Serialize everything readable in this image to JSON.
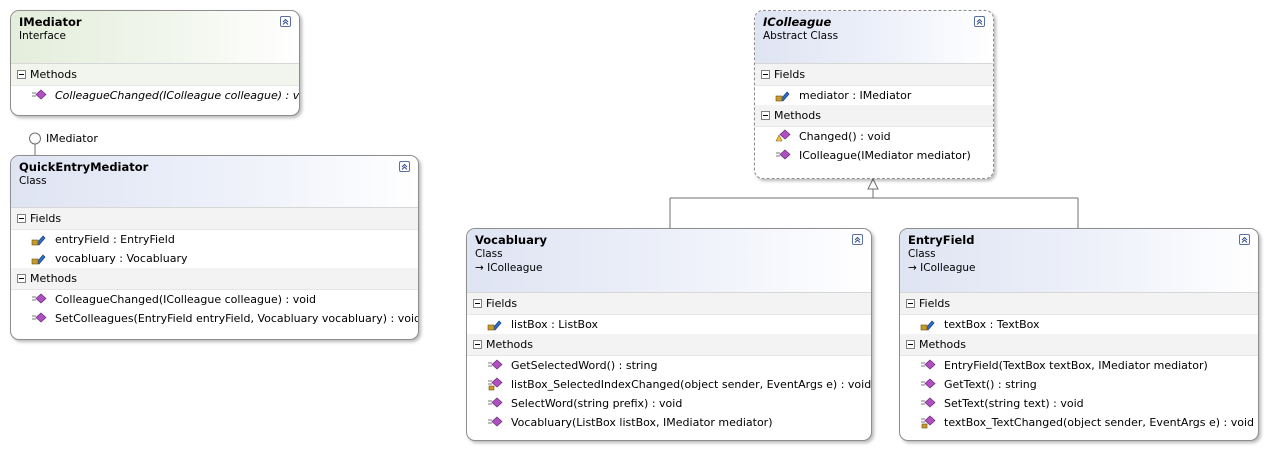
{
  "interface_lollipop_label": "IMediator",
  "boxes": {
    "imediator": {
      "name": "IMediator",
      "stereotype": "Interface",
      "methods_label": "Methods",
      "methods": [
        "ColleagueChanged(IColleague colleague) : void"
      ]
    },
    "quickentry": {
      "name": "QuickEntryMediator",
      "stereotype": "Class",
      "fields_label": "Fields",
      "fields": [
        "entryField : EntryField",
        "vocabluary : Vocabluary"
      ],
      "methods_label": "Methods",
      "methods": [
        "ColleagueChanged(IColleague colleague) : void",
        "SetColleagues(EntryField entryField, Vocabluary vocabluary) : void"
      ]
    },
    "icolleague": {
      "name": "IColleague",
      "stereotype": "Abstract Class",
      "fields_label": "Fields",
      "fields": [
        "mediator : IMediator"
      ],
      "methods_label": "Methods",
      "methods": [
        "Changed() : void",
        "IColleague(IMediator mediator)"
      ]
    },
    "vocabluary": {
      "name": "Vocabluary",
      "stereotype": "Class",
      "inherits": "→ IColleague",
      "fields_label": "Fields",
      "fields": [
        "listBox : ListBox"
      ],
      "methods_label": "Methods",
      "methods": [
        "GetSelectedWord() : string",
        "listBox_SelectedIndexChanged(object sender, EventArgs e) : void",
        "SelectWord(string prefix) : void",
        "Vocabluary(ListBox listBox, IMediator mediator)"
      ]
    },
    "entryfield": {
      "name": "EntryField",
      "stereotype": "Class",
      "inherits": "→ IColleague",
      "fields_label": "Fields",
      "fields": [
        "textBox : TextBox"
      ],
      "methods_label": "Methods",
      "methods": [
        "EntryField(TextBox textBox, IMediator mediator)",
        "GetText() : string",
        "SetText(string text) : void",
        "textBox_TextChanged(object sender, EventArgs e) : void"
      ]
    }
  },
  "colors": {
    "class_header": "#dfe4f3",
    "interface_header": "#e4eedc",
    "method_icon": "#b04fc0",
    "field_icon": "#2a6fd0",
    "connector": "#6f6f6f"
  },
  "icons": {
    "public_method": "public-method-icon",
    "private_method": "private-method-icon",
    "protected_method": "protected-method-icon",
    "private_field": "private-field-icon",
    "protected_field": "protected-field-icon",
    "collapse": "collapse-chevron-icon"
  }
}
